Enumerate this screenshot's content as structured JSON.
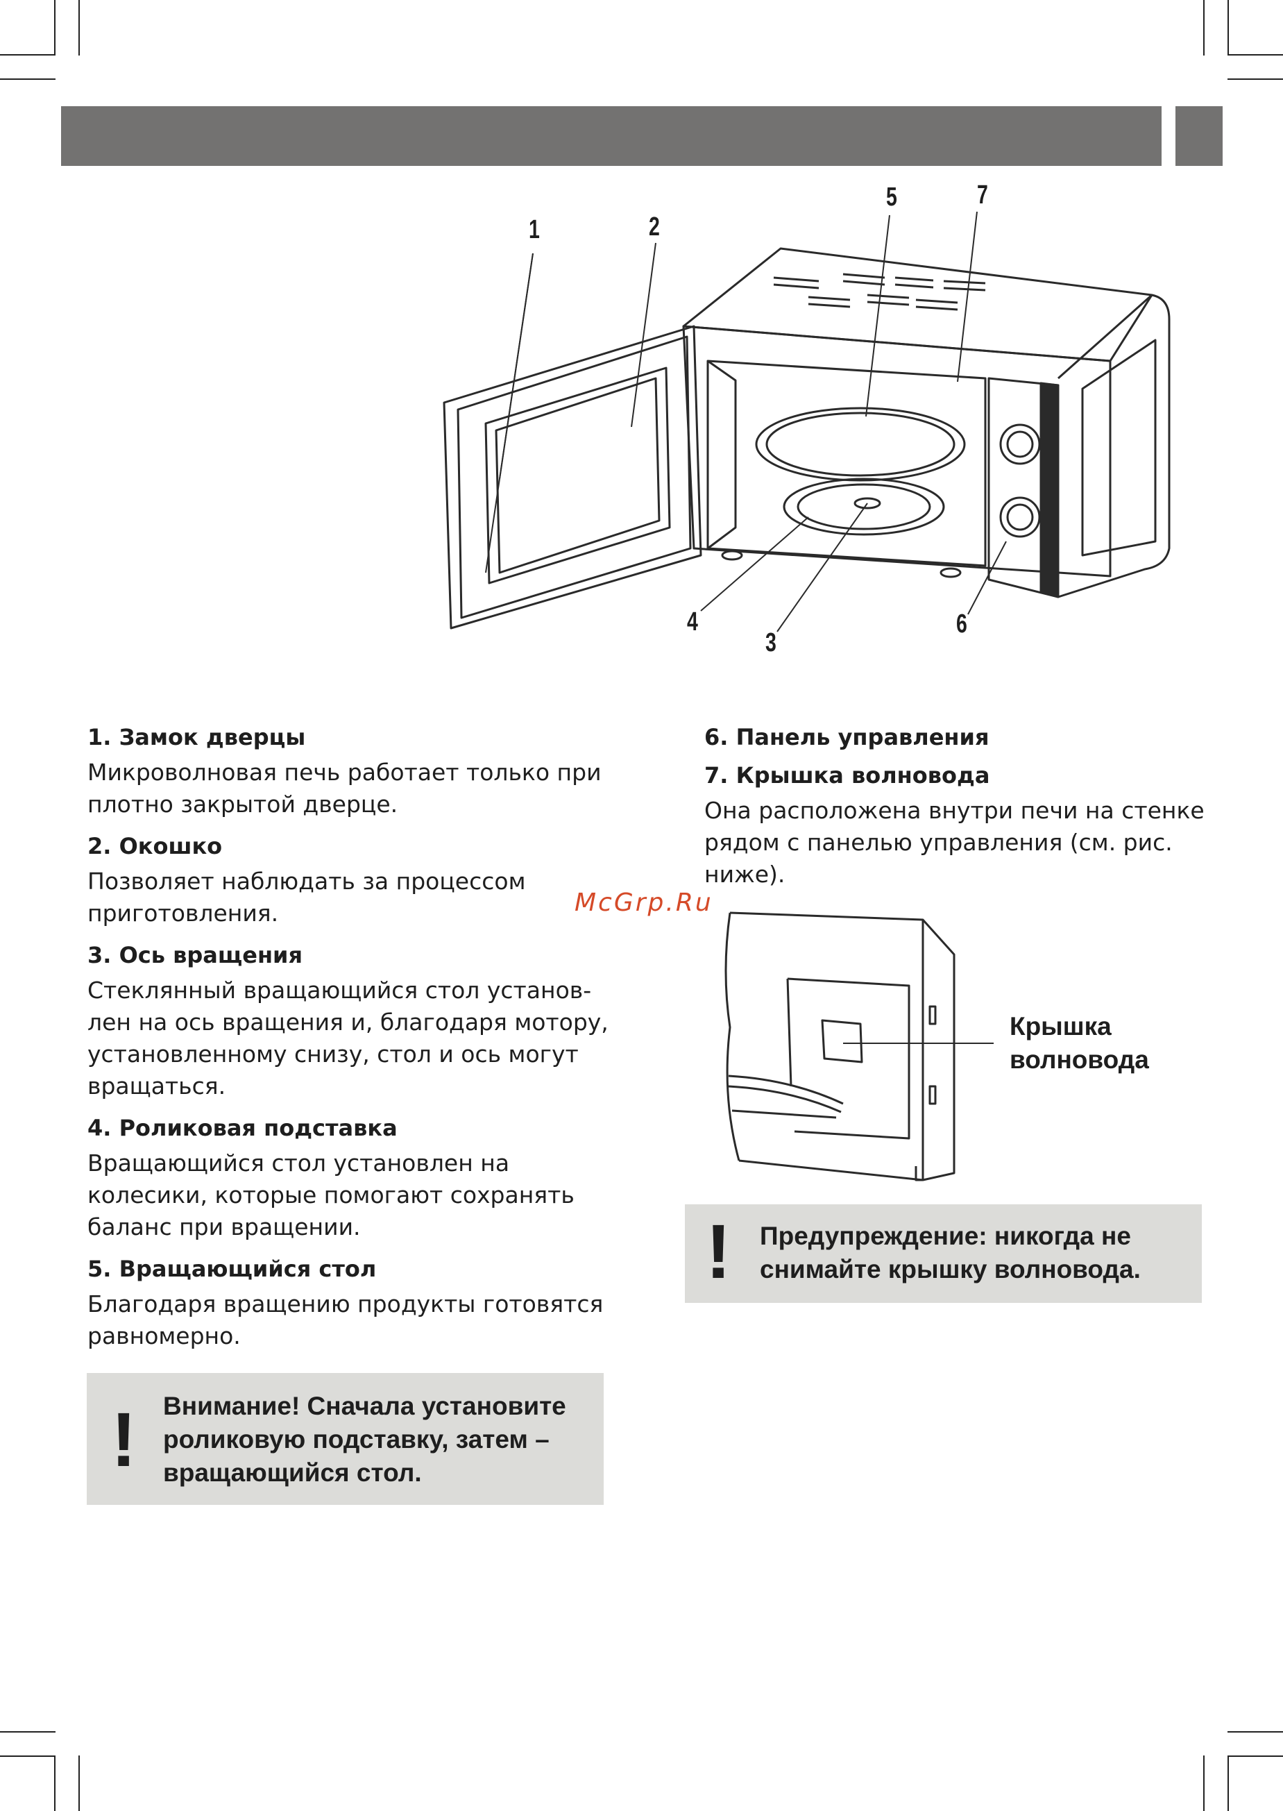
{
  "callouts": {
    "c1": "1",
    "c2": "2",
    "c3": "3",
    "c4": "4",
    "c5": "5",
    "c6": "6",
    "c7": "7"
  },
  "left_column": {
    "items": [
      {
        "heading": "1. Замок дверцы",
        "text": "Микроволновая печь работает только при плотно закрытой дверце."
      },
      {
        "heading": "2. Окошко",
        "text": "Позволяет наблюдать за процессом приготовления."
      },
      {
        "heading": "3. Ось вращения",
        "text": "Стеклянный вращающийся стол установ-лен на ось вращения и, благодаря мотору, установленному снизу, стол и ось могут вращаться."
      },
      {
        "heading": "4. Роликовая подставка",
        "text": "Вращающийся стол установлен на колесики, которые помогают сохранять баланс при вращении."
      },
      {
        "heading": "5. Вращающийся стол",
        "text": "Благодаря вращению продукты готовятся равномерно."
      }
    ]
  },
  "right_column": {
    "items": [
      {
        "heading": "6. Панель управления",
        "text": ""
      },
      {
        "heading": "7. Крышка волновода",
        "text": "Она расположена внутри печи на стенке рядом с панелью управления (см. рис. ниже)."
      }
    ]
  },
  "waveguide_label_line1": "Крышка",
  "waveguide_label_line2": "волновода",
  "watermark": "McGrp.Ru",
  "notice_left": {
    "mark": "!",
    "line1": "Внимание! Сначала установите",
    "line2": "роликовую подставку, затем –",
    "line3": "вращающийся стол."
  },
  "notice_right": {
    "mark": "!",
    "line1": "Предупреждение: никогда не",
    "line2": "снимайте крышку волновода."
  }
}
